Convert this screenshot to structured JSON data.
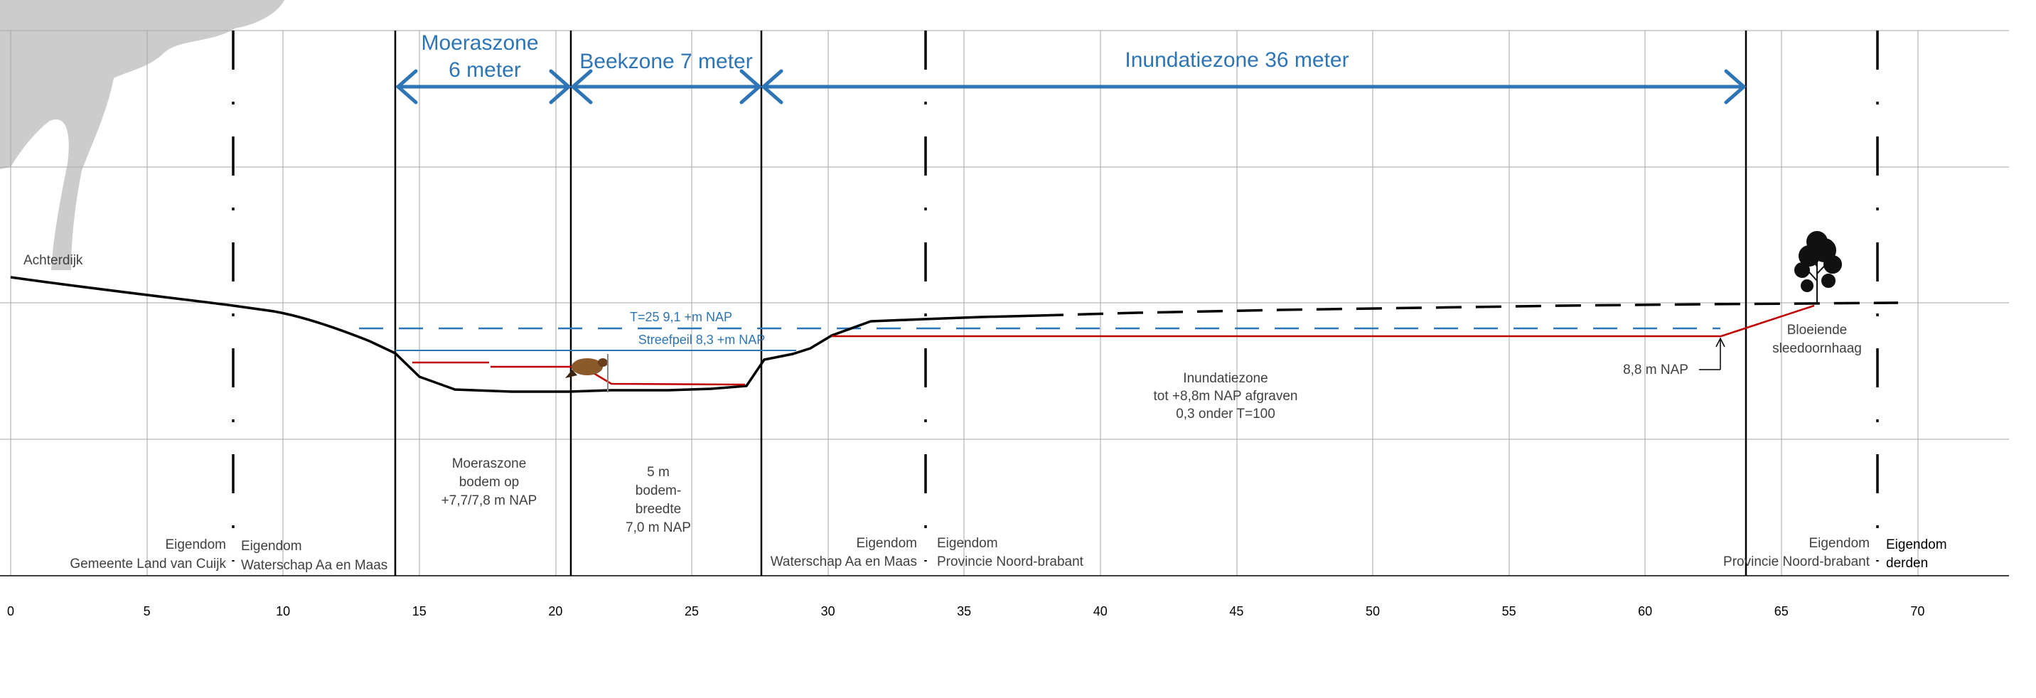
{
  "zones": {
    "moeraszone_line1": "Moeraszone",
    "moeraszone_line2": "6 meter",
    "beekzone": "Beekzone 7 meter",
    "inundatiezone": "Inundatiezone 36 meter"
  },
  "water_levels": {
    "t25": "T=25 9,1 +m NAP",
    "streefpeil": "Streefpeil  8,3 +m NAP"
  },
  "labels": {
    "achterdijk": "Achterdijk",
    "moeras_desc": [
      "Moeraszone",
      "bodem op",
      "+7,7/7,8 m NAP"
    ],
    "beek_desc": [
      "5 m",
      "bodem-",
      "breedte",
      "7,0 m NAP"
    ],
    "inund_desc": [
      "Inundatiezone",
      "tot +8,8m NAP afgraven",
      "0,3 onder T=100"
    ],
    "nap_marker": "8,8 m NAP",
    "haag": [
      "Bloeiende",
      "sleedoornhaag"
    ]
  },
  "ownership": {
    "left_a": [
      "Eigendom",
      "Gemeente Land van Cuijk"
    ],
    "left_b": [
      "Eigendom",
      "Waterschap Aa en Maas"
    ],
    "mid_a": [
      "Eigendom",
      "Waterschap Aa en Maas"
    ],
    "mid_b": [
      "Eigendom",
      "Provincie Noord-brabant"
    ],
    "right_a": [
      "Eigendom",
      "Provincie Noord-brabant"
    ],
    "right_b": [
      "Eigendom",
      "derden"
    ]
  },
  "axis": {
    "ticks": [
      "0",
      "5",
      "10",
      "15",
      "20",
      "25",
      "30",
      "35",
      "40",
      "45",
      "50",
      "55",
      "60",
      "65",
      "70"
    ]
  },
  "colors": {
    "zone_blue": "#2e75b6",
    "profile": "#000000",
    "excavation_red": "#c00000",
    "grid": "#a6a6a6",
    "tree_grey": "#cccccc"
  }
}
